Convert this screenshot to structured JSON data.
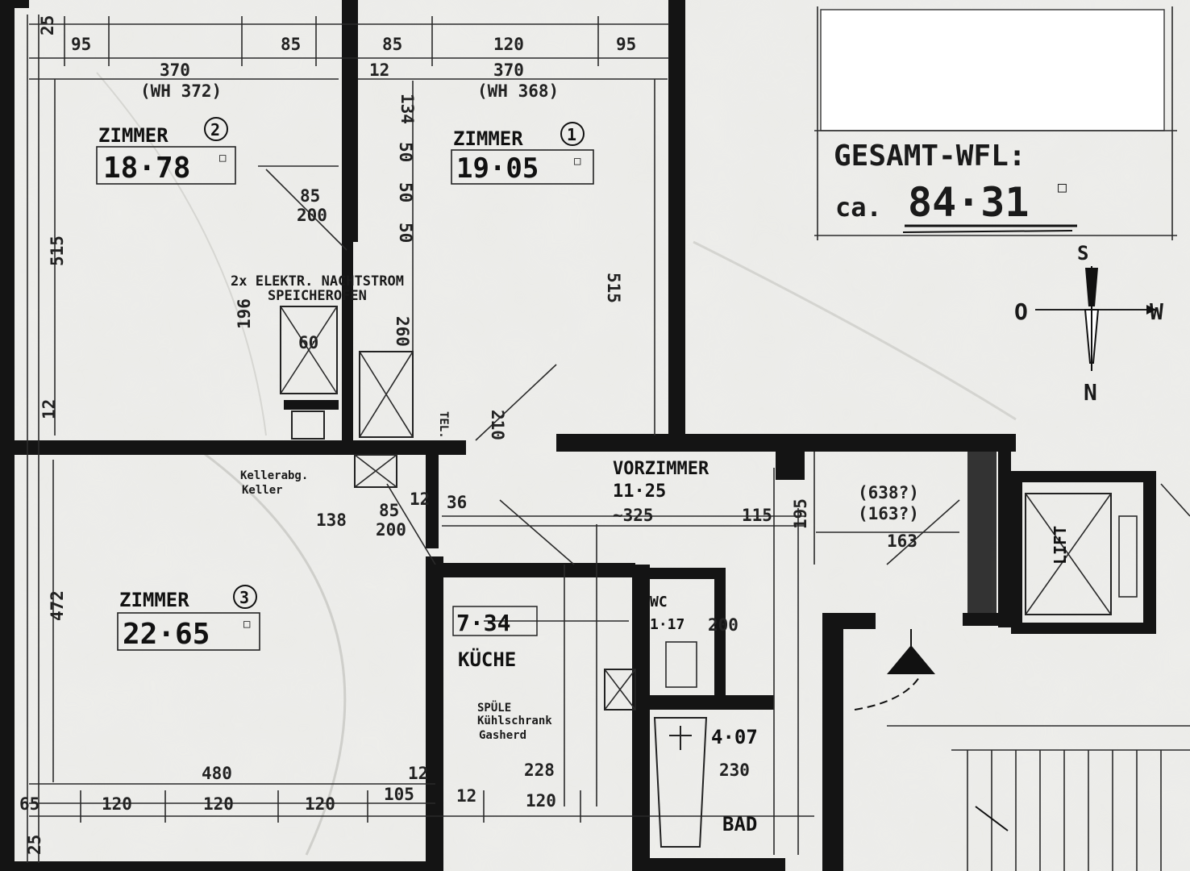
{
  "rooms": {
    "zimmer2": {
      "label": "ZIMMER",
      "number": "2",
      "area": "18·78"
    },
    "zimmer1": {
      "label": "ZIMMER",
      "number": "1",
      "area": "19·05"
    },
    "zimmer3": {
      "label": "ZIMMER",
      "number": "3",
      "area": "22·65"
    },
    "vorzimmer": {
      "label": "VORZIMMER",
      "area": "11·25"
    },
    "kueche": {
      "label": "KÜCHE",
      "area": "7·34"
    },
    "wc": {
      "label": "WC",
      "area": "1·17"
    },
    "bad": {
      "label": "BAD",
      "area": "4·07"
    },
    "lift": {
      "label": "LIFT"
    }
  },
  "total": {
    "label": "GESAMT-WFL:",
    "prefix": "ca.",
    "value": "84·31"
  },
  "compass": {
    "s": "S",
    "o": "O",
    "w": "W",
    "n": "N"
  },
  "notes": {
    "ofen_line1": "2x ELEKTR. NACHTSTROM",
    "ofen_line2": "SPEICHEROFEN",
    "tel": "TEL.",
    "keller_line1": "Kellerabg.",
    "keller_line2": "Keller",
    "spuele_line1": "SPÜLE",
    "spuele_line2": "Kühlschrank",
    "spuele_line3": "Gasherd"
  },
  "dimensions": {
    "d25": "25",
    "d95a": "95",
    "d85a": "85",
    "d85b": "85",
    "d120": "120",
    "d95b": "95",
    "d370a": "370",
    "d370a_sub": "(WH 372)",
    "d12a": "12",
    "d370b": "370",
    "d370b_sub": "(WH 368)",
    "d515a": "515",
    "d12b": "12",
    "d515b": "515",
    "d134": "134",
    "d85c": "85",
    "d200a": "200",
    "d196": "196",
    "d60": "60",
    "d50a": "50",
    "d50b": "50",
    "d50c": "50",
    "d260": "260",
    "d210": "210",
    "d138": "138",
    "d85d": "85",
    "d200b": "200",
    "d12c": "12",
    "d36": "36",
    "d325": "~325",
    "d115": "115",
    "d195": "195",
    "d638": "(638?)",
    "d163a": "(163?)",
    "d163b": "163",
    "d472": "472",
    "d480": "480",
    "d12d": "12",
    "d65": "65",
    "d120a": "120",
    "d120b": "120",
    "d120c": "120",
    "d105": "105",
    "d12e": "12",
    "d120d": "120",
    "d228": "228",
    "d230": "230",
    "d200c": "200",
    "d25b": "25"
  }
}
